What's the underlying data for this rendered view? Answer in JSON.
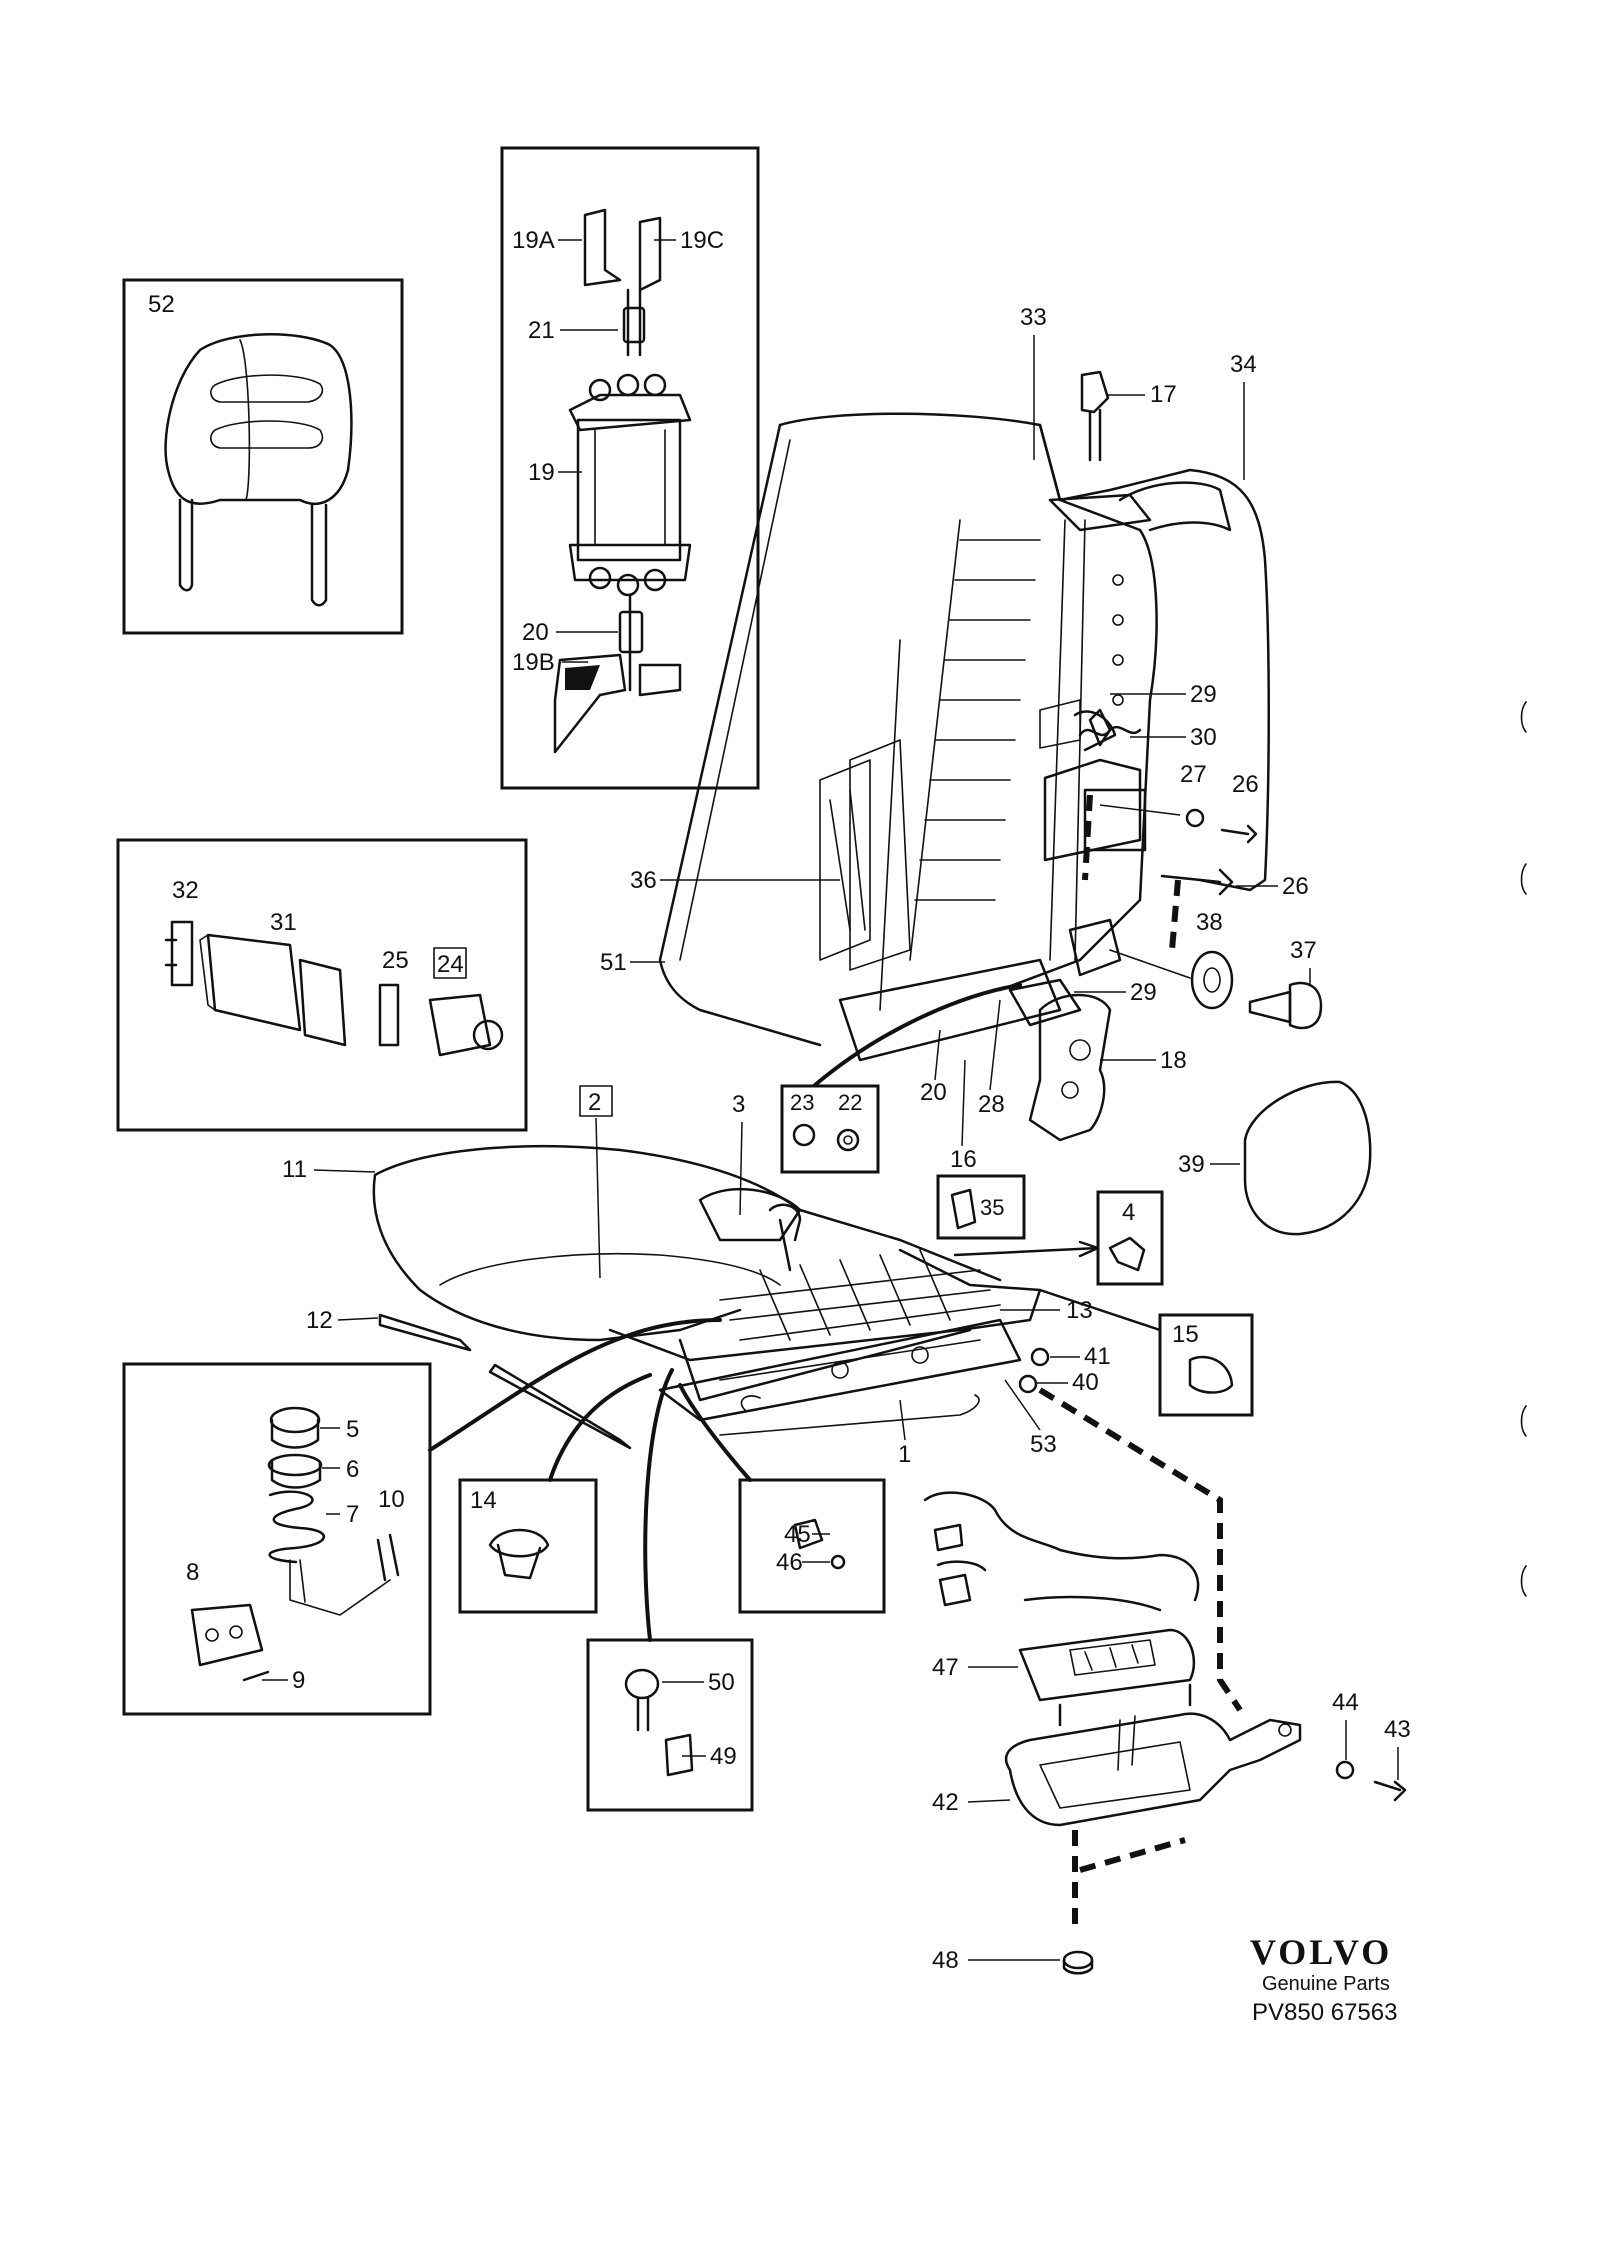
{
  "diagram": {
    "callouts": {
      "c1": "1",
      "c2": "2",
      "c3": "3",
      "c4": "4",
      "c5": "5",
      "c6": "6",
      "c7": "7",
      "c8": "8",
      "c9": "9",
      "c10": "10",
      "c11": "11",
      "c12": "12",
      "c13": "13",
      "c14": "14",
      "c15": "15",
      "c16": "16",
      "c17": "17",
      "c18": "18",
      "c19": "19",
      "c19A": "19A",
      "c19B": "19B",
      "c19C": "19C",
      "c20a": "20",
      "c20b": "20",
      "c21": "21",
      "c22": "22",
      "c23": "23",
      "c24": "24",
      "c25": "25",
      "c26a": "26",
      "c26b": "26",
      "c27": "27",
      "c28": "28",
      "c29a": "29",
      "c29b": "29",
      "c30": "30",
      "c31": "31",
      "c32": "32",
      "c33": "33",
      "c34": "34",
      "c35": "35",
      "c36": "36",
      "c37": "37",
      "c38": "38",
      "c39": "39",
      "c40": "40",
      "c41": "41",
      "c42": "42",
      "c43": "43",
      "c44": "44",
      "c45": "45",
      "c46": "46",
      "c47": "47",
      "c48": "48",
      "c49": "49",
      "c50": "50",
      "c51": "51",
      "c52": "52",
      "c53": "53"
    },
    "brand": {
      "logo": "VOLVO",
      "subtitle": "Genuine Parts",
      "ref": "PV850 67563"
    }
  }
}
